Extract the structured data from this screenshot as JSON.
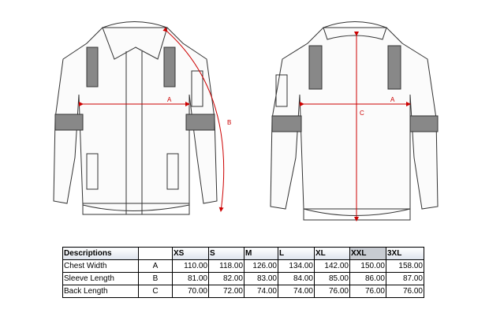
{
  "diagram": {
    "front_labels": {
      "a": "A",
      "b": "B"
    },
    "back_labels": {
      "a": "A",
      "c": "C"
    },
    "measure_color": "#cc0000"
  },
  "table": {
    "headers": [
      "Descriptions",
      "",
      "XS",
      "S",
      "M",
      "L",
      "XL",
      "XXL",
      "3XL"
    ],
    "rows": [
      {
        "name": "Chest Width",
        "code": "A",
        "values": [
          "110.00",
          "118.00",
          "126.00",
          "134.00",
          "142.00",
          "150.00",
          "158.00"
        ]
      },
      {
        "name": "Sleeve Length",
        "code": "B",
        "values": [
          "81.00",
          "82.00",
          "83.00",
          "84.00",
          "85.00",
          "86.00",
          "87.00"
        ]
      },
      {
        "name": "Back Length",
        "code": "C",
        "values": [
          "70.00",
          "72.00",
          "74.00",
          "74.00",
          "76.00",
          "76.00",
          "76.00"
        ]
      }
    ]
  }
}
